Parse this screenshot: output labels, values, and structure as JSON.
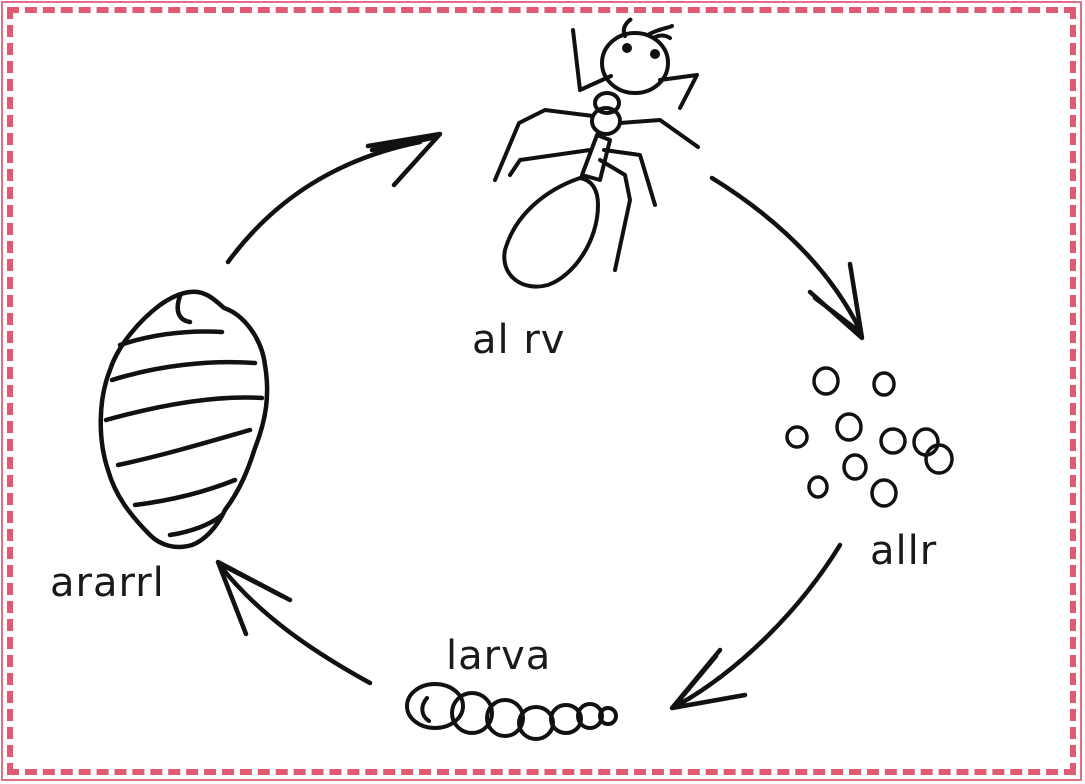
{
  "diagram": {
    "stages": {
      "adult": "al  rv",
      "eggs": "allr",
      "larva": "larva",
      "pupa": "ararrl"
    },
    "colors": {
      "border": "#e05a72",
      "ink": "#111111"
    }
  }
}
